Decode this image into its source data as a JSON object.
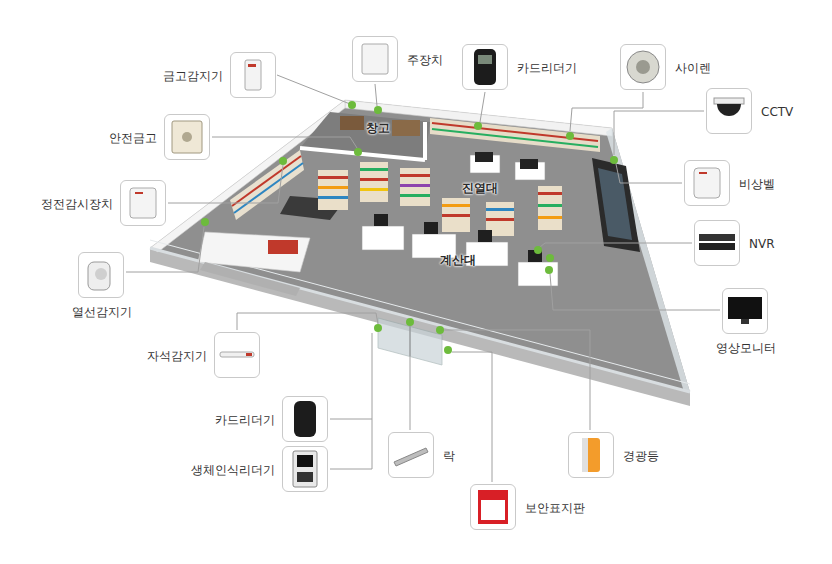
{
  "diagram": {
    "nodes": [
      {
        "text": [
          "금고감지기"
        ]
      },
      {
        "text": [
          "주장치"
        ]
      },
      {
        "text": [
          "카드리더기"
        ]
      },
      {
        "text": [
          "사이렌"
        ]
      },
      {
        "text": [
          "CCTV"
        ]
      },
      {
        "text": [
          "안전금고"
        ]
      },
      {
        "text": [
          "비상벨"
        ]
      },
      {
        "text": [
          "정전감시장치"
        ]
      },
      {
        "text": [
          "NVR"
        ]
      },
      {
        "text": [
          "열선감지기"
        ]
      },
      {
        "text": [
          "영상모니터"
        ]
      },
      {
        "text": [
          "자석감지기"
        ]
      },
      {
        "text": [
          "카드리더기"
        ]
      },
      {
        "text": [
          "생체인식리더기"
        ]
      },
      {
        "text": [
          "락"
        ]
      },
      {
        "text": [
          "경광등"
        ]
      },
      {
        "text": [
          "보안표지판"
        ]
      }
    ],
    "labels": [
      "창고",
      "진열대",
      "계산대"
    ]
  }
}
